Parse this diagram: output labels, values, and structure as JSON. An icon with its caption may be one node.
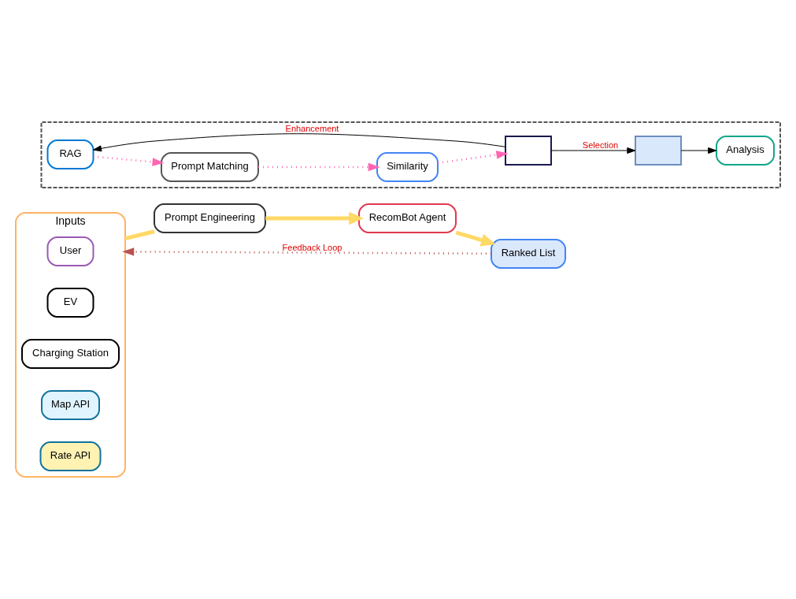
{
  "diagram": {
    "nodes": [
      {
        "text": [
          "Inputs"
        ]
      },
      {
        "text": [
          "User"
        ],
        "in": 0
      },
      {
        "text": [
          "EV"
        ],
        "in": 0
      },
      {
        "text": [
          "Charging Station"
        ],
        "in": 0
      },
      {
        "text": [
          "Map API"
        ],
        "in": 0
      },
      {
        "text": [
          "Rate API"
        ],
        "in": 0
      },
      {
        "text": [
          "Prompt Engineering"
        ]
      },
      {
        "text": [
          "RecomBot Agent"
        ]
      },
      {
        "text": [
          "Ranked List"
        ]
      },
      {
        "text": [],
        "shape": "trapezoid"
      },
      {
        "text": [
          "RAG"
        ],
        "in": 9
      },
      {
        "text": [
          "Prompt Matching"
        ],
        "in": 9
      },
      {
        "text": [
          "Similarity"
        ],
        "in": 9
      },
      {
        "text": [],
        "shape": "box",
        "in": 9
      },
      {
        "text": [],
        "shape": "box",
        "in": 9
      },
      {
        "text": [
          "Analysis"
        ],
        "in": 9
      }
    ],
    "edges": [
      {
        "from": 0,
        "to": 6,
        "arrow": "none",
        "style": "thick",
        "color": "#ffd966"
      },
      {
        "from": 6,
        "to": 7,
        "arrow": "to",
        "style": "thick",
        "color": "#ffd966"
      },
      {
        "from": 7,
        "to": 8,
        "arrow": "to",
        "style": "thick",
        "color": "#ffd966"
      },
      {
        "from": 8,
        "to": 0,
        "arrow": "to",
        "label": "Feedback Loop",
        "style": "dashed",
        "color": "#b85450"
      },
      {
        "from": 13,
        "to": 10,
        "arrow": "to",
        "label": "Enhancement",
        "color": "#000000"
      },
      {
        "from": 13,
        "to": 14,
        "arrow": "to",
        "label": "Selection",
        "color": "#000000"
      },
      {
        "from": 14,
        "to": 15,
        "arrow": "to",
        "color": "#000000"
      },
      {
        "from": 10,
        "to": 11,
        "arrow": "to",
        "style": "dashed",
        "color": "#ff66b3"
      },
      {
        "from": 11,
        "to": 12,
        "arrow": "to",
        "style": "dashed",
        "color": "#ff66b3"
      },
      {
        "from": 12,
        "to": 13,
        "arrow": "to",
        "style": "dashed",
        "color": "#ff66b3"
      }
    ]
  }
}
